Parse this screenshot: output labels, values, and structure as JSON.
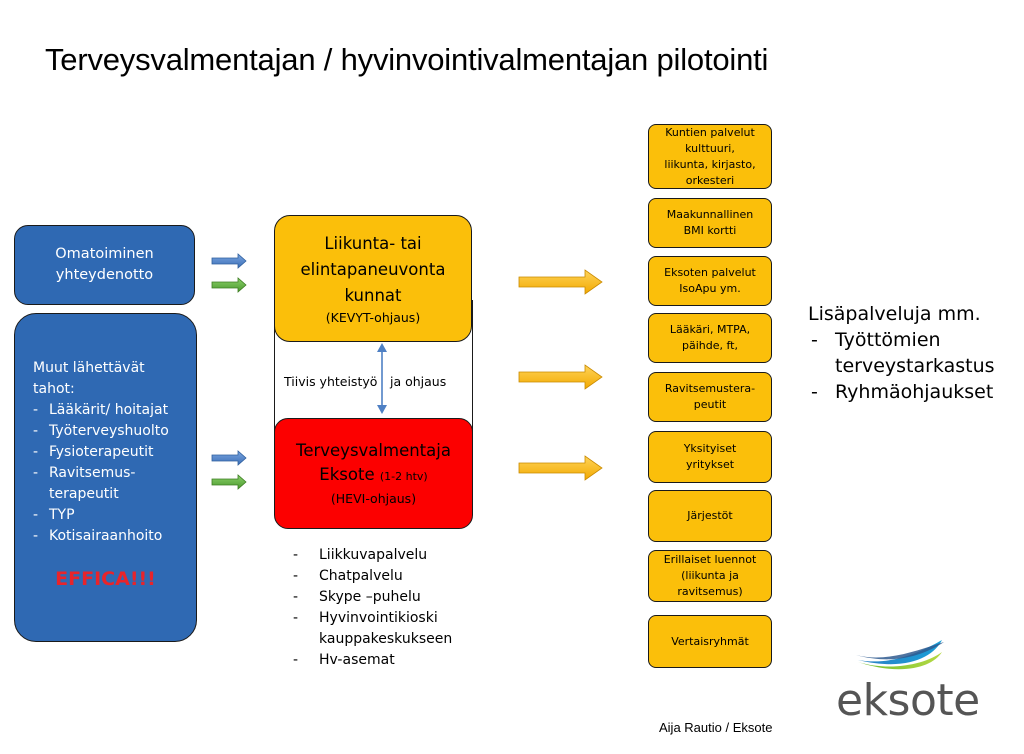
{
  "title": "Terveysvalmentajan / hyvinvointivalmentajan  pilotointi",
  "self_contact": {
    "line1": "Omatoiminen",
    "line2": "yhteydenotto"
  },
  "referrers": {
    "heading_line1": "Muut lähettävät",
    "heading_line2": "tahot:",
    "items": [
      "Lääkärit/ hoitajat",
      "Työterveyshuolto",
      "Fysioterapeutit",
      "Ravitsemus-",
      "terapeutit",
      "TYP",
      "Kotisairaanhoito"
    ],
    "effica": "EFFICA!!!"
  },
  "kevyt": {
    "line1": "Liikunta- tai",
    "line2": "elintapaneuvonta",
    "line3": "kunnat",
    "sub": "(KEVYT-ohjaus)"
  },
  "cooperation": {
    "left": "Tiivis yhteistyö",
    "right": "ja ohjaus"
  },
  "hevi": {
    "line1": "Terveysvalmentaja",
    "line2": "Eksote ",
    "line2_small": "(1-2 htv)",
    "sub": "(HEVI-ohjaus)"
  },
  "channels": [
    "Liikkuvapalvelu",
    "Chatpalvelu",
    "Skype –puhelu",
    "Hyvinvointikioski",
    "kauppakeskukseen",
    "Hv-asemat"
  ],
  "services": [
    [
      "Kuntien palvelut",
      "kulttuuri,",
      "liikunta, kirjasto,",
      "orkesteri"
    ],
    [
      "Maakunnallinen",
      "BMI kortti"
    ],
    [
      "Eksoten palvelut",
      "IsoApu ym."
    ],
    [
      "Lääkäri, MTPA,",
      "päihde, ft,"
    ],
    [
      "Ravitsemustera-",
      "peutit"
    ],
    [
      "Yksityiset",
      "yritykset"
    ],
    [
      "Järjestöt"
    ],
    [
      "Erillaiset luennot",
      "(liikunta ja",
      "ravitsemus)"
    ],
    [
      "Vertaisryhmät"
    ]
  ],
  "extra": {
    "heading": "Lisäpalveluja mm.",
    "items": [
      "Työttömien",
      "terveystarkastus",
      "Ryhmäohjaukset"
    ]
  },
  "footer": "Aija Rautio / Eksote",
  "logo_text": "eksote",
  "colors": {
    "blue_box": "#2f69b3",
    "orange_box": "#fbbf0a",
    "red_box": "#fc0000",
    "arrow_blue": "#4f80c4",
    "arrow_green": "#5aa839",
    "effica": "#e8242b"
  }
}
